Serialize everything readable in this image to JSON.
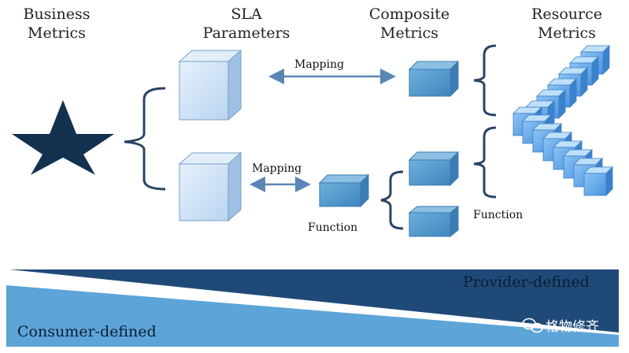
{
  "headers": {
    "business": [
      "Business",
      "Metrics"
    ],
    "sla": [
      "SLA",
      "Parameters"
    ],
    "composite": [
      "Composite",
      "Metrics"
    ],
    "resource": [
      "Resource",
      "Metrics"
    ]
  },
  "labels": {
    "mapping_top": "Mapping",
    "mapping_bottom": "Mapping",
    "function_mid": "Function",
    "function_right": "Function"
  },
  "bands": {
    "provider": "Provider-defined",
    "consumer": "Consumer-defined"
  },
  "watermark": "格物修齐",
  "colors": {
    "star": "#13314f",
    "bracket": "#2a4466",
    "arrow": "#5a86b6",
    "sla_cube": "#cfe2f7",
    "blue_cube": "#4f95c8",
    "resource_cube": "#5aa0e6",
    "provider_band": "#1f4a78",
    "consumer_band": "#5da4d8"
  }
}
